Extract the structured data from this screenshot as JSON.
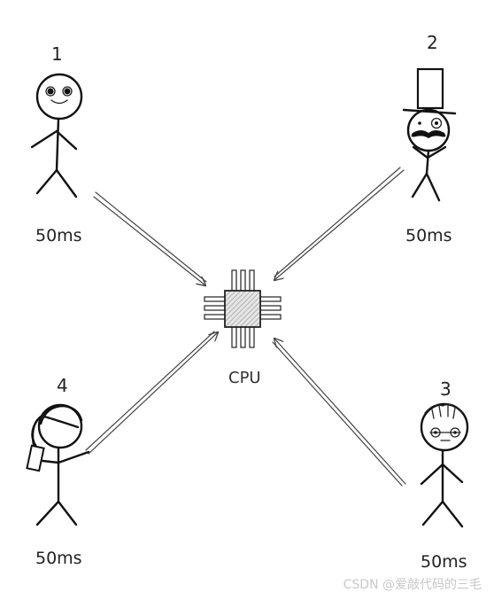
{
  "figure": {
    "users": [
      {
        "number": "1",
        "time": "50ms"
      },
      {
        "number": "2",
        "time": "50ms"
      },
      {
        "number": "3",
        "time": "50ms"
      },
      {
        "number": "4",
        "time": "50ms"
      }
    ],
    "cpu_label": "CPU",
    "watermark": "CSDN @爱敲代码的三毛"
  }
}
